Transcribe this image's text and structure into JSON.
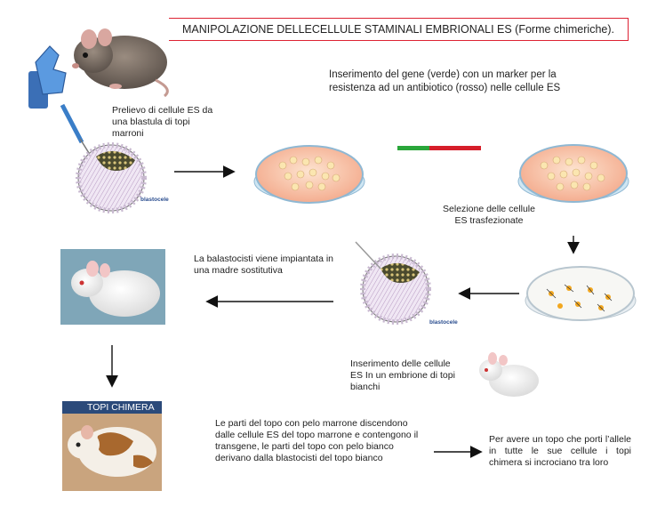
{
  "title": "MANIPOLAZIONE DELLECELLULE STAMINALI EMBRIONALI ES (Forme chimeriche).",
  "steps": {
    "prelievo": "Prelievo  di cellule ES da una blastula    di topi marroni",
    "inserimento_gene": "Inserimento  del gene   (verde) con un marker per la resistenza ad un antibiotico (rosso) nelle cellule ES",
    "selezione": "Selezione delle cellule  ES trasfezionate",
    "blastocisti_impiantata": "La balastocisti viene impiantata in  una madre sostitutiva",
    "inserimento_embrione": "Inserimento  delle cellule ES In un  embrione di topi bianchi",
    "parti_topo": "Le parti del topo con pelo marrone discendono dalle cellule ES del topo marrone  e contengono il transgene,  le parti del topo con pelo bianco derivano dalla blastocisti del topo bianco",
    "incrocio": "Per   avere un topo che porti l’allele in tutte le sue cellule i topi chimera si incrociano tra loro"
  },
  "labels": {
    "blastocele_1": "blastocele",
    "blastocele_2": "blastocele",
    "topi_chimera": "TOPI CHIMERA"
  },
  "colors": {
    "gene": "#2aa63a",
    "marker": "#d61e2a",
    "arrow": "#111111",
    "title_border": "#d22233"
  }
}
